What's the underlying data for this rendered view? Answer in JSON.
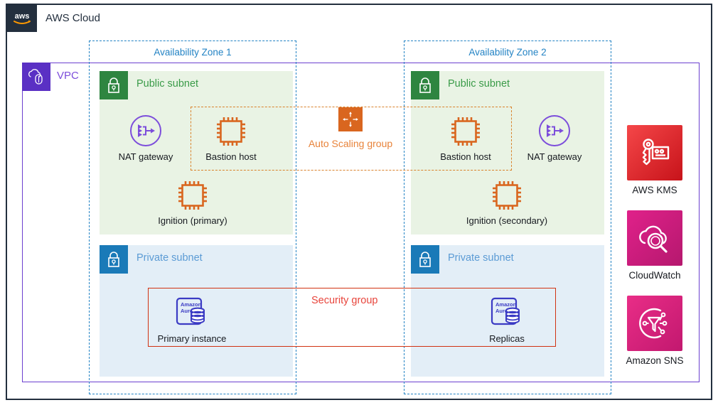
{
  "cloud": {
    "logo_name": "aws-logo",
    "title": "AWS Cloud"
  },
  "vpc": {
    "label": "VPC",
    "icon": "vpc-icon"
  },
  "availability_zones": [
    {
      "label": "Availability Zone 1"
    },
    {
      "label": "Availability Zone 2"
    }
  ],
  "subnets": {
    "public_1": {
      "title": "Public subnet",
      "icon": "lock-icon",
      "nodes": [
        {
          "caption": "NAT gateway",
          "icon": "nat-gateway-icon"
        },
        {
          "caption": "Bastion host",
          "icon": "ec2-instance-icon"
        },
        {
          "caption": "Ignition (primary)",
          "icon": "ec2-instance-icon"
        }
      ]
    },
    "public_2": {
      "title": "Public subnet",
      "icon": "lock-icon",
      "nodes": [
        {
          "caption": "Bastion host",
          "icon": "ec2-instance-icon"
        },
        {
          "caption": "NAT gateway",
          "icon": "nat-gateway-icon"
        },
        {
          "caption": "Ignition (secondary)",
          "icon": "ec2-instance-icon"
        }
      ]
    },
    "private_1": {
      "title": "Private subnet",
      "icon": "lock-icon",
      "nodes": [
        {
          "caption": "Primary instance",
          "icon": "amazon-aurora-icon"
        }
      ]
    },
    "private_2": {
      "title": "Private subnet",
      "icon": "lock-icon",
      "nodes": [
        {
          "caption": "Replicas",
          "icon": "amazon-aurora-icon"
        }
      ]
    }
  },
  "groups": {
    "auto_scaling": {
      "label": "Auto Scaling group",
      "icon": "auto-scaling-icon"
    },
    "security": {
      "label": "Security group"
    }
  },
  "services": [
    {
      "caption": "AWS KMS",
      "icon": "kms-key-icon"
    },
    {
      "caption": "CloudWatch",
      "icon": "cloudwatch-icon"
    },
    {
      "caption": "Amazon SNS",
      "icon": "sns-icon"
    }
  ],
  "aurora_icon_text": {
    "line1": "Amazon",
    "line2": "Aurora"
  },
  "colors": {
    "aws_navy": "#232f3e",
    "vpc_purple": "#6b3fcf",
    "az_blue": "#2383c4",
    "public_green": "#2e8540",
    "private_blue": "#1a7ab8",
    "asg_orange": "#d9822b",
    "sg_red": "#d13212",
    "ec2_orange": "#d9661f",
    "aurora_indigo": "#3b3bc4",
    "kms_red": "#c7131a",
    "cloudwatch_pink": "#e0218a",
    "sns_pink": "#e92d87"
  }
}
